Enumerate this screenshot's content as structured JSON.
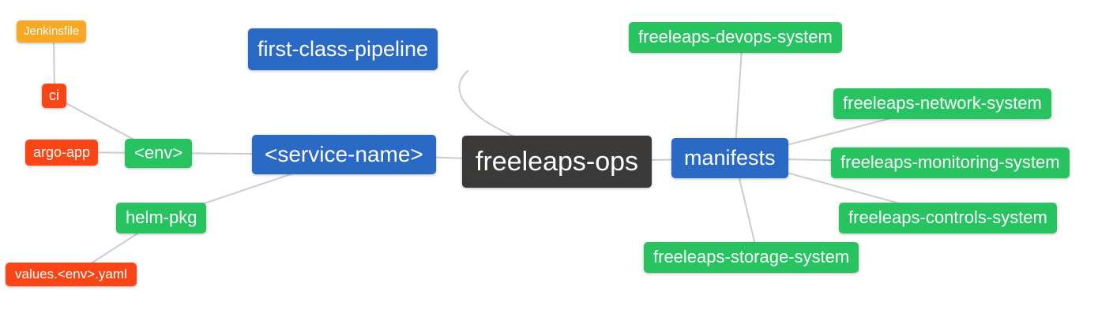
{
  "colors": {
    "amber": "#F9A825",
    "red": "#FA4616",
    "green": "#26C360",
    "blue": "#2A6AC4",
    "dark": "#3B3A39",
    "edge": "#CCCCCC",
    "text": "#FFFFFF"
  },
  "diagram": {
    "nodes": [
      {
        "id": "jenkinsfile",
        "label": "Jenkinsfile",
        "color": "amber"
      },
      {
        "id": "ci",
        "label": "ci",
        "color": "red"
      },
      {
        "id": "argo-app",
        "label": "argo-app",
        "color": "red"
      },
      {
        "id": "env",
        "label": "<env>",
        "color": "green"
      },
      {
        "id": "helm-pkg",
        "label": "helm-pkg",
        "color": "green"
      },
      {
        "id": "values-env-yaml",
        "label": "values.<env>.yaml",
        "color": "red"
      },
      {
        "id": "first-class-pipeline",
        "label": "first-class-pipeline",
        "color": "blue"
      },
      {
        "id": "service-name",
        "label": "<service-name>",
        "color": "blue"
      },
      {
        "id": "freeleaps-ops",
        "label": "freeleaps-ops",
        "color": "dark"
      },
      {
        "id": "manifests",
        "label": "manifests",
        "color": "blue"
      },
      {
        "id": "freeleaps-devops-system",
        "label": "freeleaps-devops-system",
        "color": "green"
      },
      {
        "id": "freeleaps-network-system",
        "label": "freeleaps-network-system",
        "color": "green"
      },
      {
        "id": "freeleaps-monitoring-system",
        "label": "freeleaps-monitoring-system",
        "color": "green"
      },
      {
        "id": "freeleaps-controls-system",
        "label": "freeleaps-controls-system",
        "color": "green"
      },
      {
        "id": "freeleaps-storage-system",
        "label": "freeleaps-storage-system",
        "color": "green"
      }
    ],
    "edges": [
      {
        "from": "jenkinsfile",
        "to": "ci"
      },
      {
        "from": "ci",
        "to": "env"
      },
      {
        "from": "argo-app",
        "to": "env"
      },
      {
        "from": "env",
        "to": "service-name"
      },
      {
        "from": "helm-pkg",
        "to": "service-name"
      },
      {
        "from": "values-env-yaml",
        "to": "helm-pkg"
      },
      {
        "from": "first-class-pipeline",
        "to": "freeleaps-ops"
      },
      {
        "from": "service-name",
        "to": "freeleaps-ops"
      },
      {
        "from": "freeleaps-ops",
        "to": "manifests"
      },
      {
        "from": "manifests",
        "to": "freeleaps-devops-system"
      },
      {
        "from": "manifests",
        "to": "freeleaps-network-system"
      },
      {
        "from": "manifests",
        "to": "freeleaps-monitoring-system"
      },
      {
        "from": "manifests",
        "to": "freeleaps-controls-system"
      },
      {
        "from": "manifests",
        "to": "freeleaps-storage-system"
      }
    ]
  }
}
